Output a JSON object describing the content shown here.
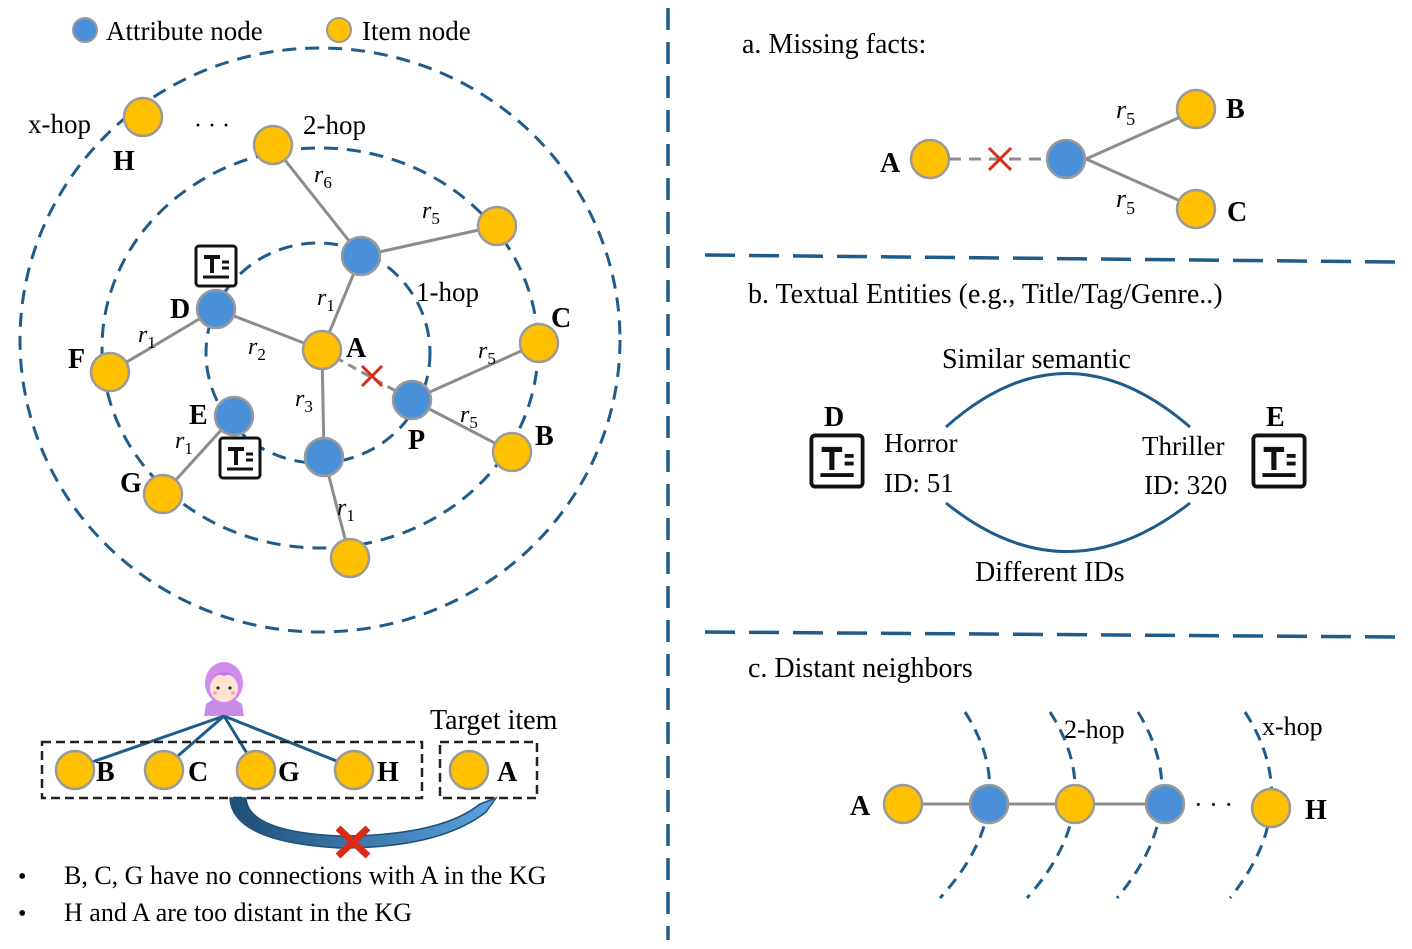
{
  "colors": {
    "attribute_node": "#4A90D9",
    "item_node": "#FFC000",
    "node_stroke": "#9A9A9A",
    "dashed_line": "#1F5C8A",
    "edge": "#8C8C8C",
    "cross": "#D92B1C",
    "text": "#000000"
  },
  "legend": {
    "attribute_label": "Attribute node",
    "item_label": "Item node"
  },
  "left_graph": {
    "ring_labels": {
      "x_hop": "x-hop",
      "two_hop": "2-hop",
      "one_hop": "1-hop",
      "ellipsis": "· · ·"
    },
    "node_labels": {
      "A": "A",
      "B": "B",
      "C": "C",
      "D": "D",
      "E": "E",
      "F": "F",
      "G": "G",
      "H": "H",
      "P": "P"
    },
    "relations": {
      "r1": "r",
      "r2": "r",
      "r3": "r",
      "r5": "r",
      "r6": "r"
    },
    "relation_subs": {
      "r1": "1",
      "r2": "2",
      "r3": "3",
      "r5": "5",
      "r6": "6"
    }
  },
  "user_panel": {
    "history_items": [
      "B",
      "C",
      "G",
      "H"
    ],
    "target_label": "Target item",
    "target_item": "A",
    "bullets": [
      "B, C, G have no connections with A in the KG",
      "H and A are too distant in the KG"
    ],
    "bullet_symbol": "•"
  },
  "panel_a": {
    "title": "a. Missing facts:",
    "nodes": {
      "A": "A",
      "B": "B",
      "C": "C"
    },
    "relation": "r",
    "relation_sub": "5"
  },
  "panel_b": {
    "title": "b. Textual Entities (e.g., Title/Tag/Genre..)",
    "top_label": "Similar semantic",
    "bottom_label": "Different IDs",
    "left": {
      "letter": "D",
      "name": "Horror",
      "id": "ID: 51"
    },
    "right": {
      "letter": "E",
      "name": "Thriller",
      "id": "ID: 320"
    }
  },
  "panel_c": {
    "title": "c. Distant neighbors",
    "hop_2": "2-hop",
    "hop_x": "x-hop",
    "start": "A",
    "end": "H",
    "ellipsis": "· · ·"
  }
}
